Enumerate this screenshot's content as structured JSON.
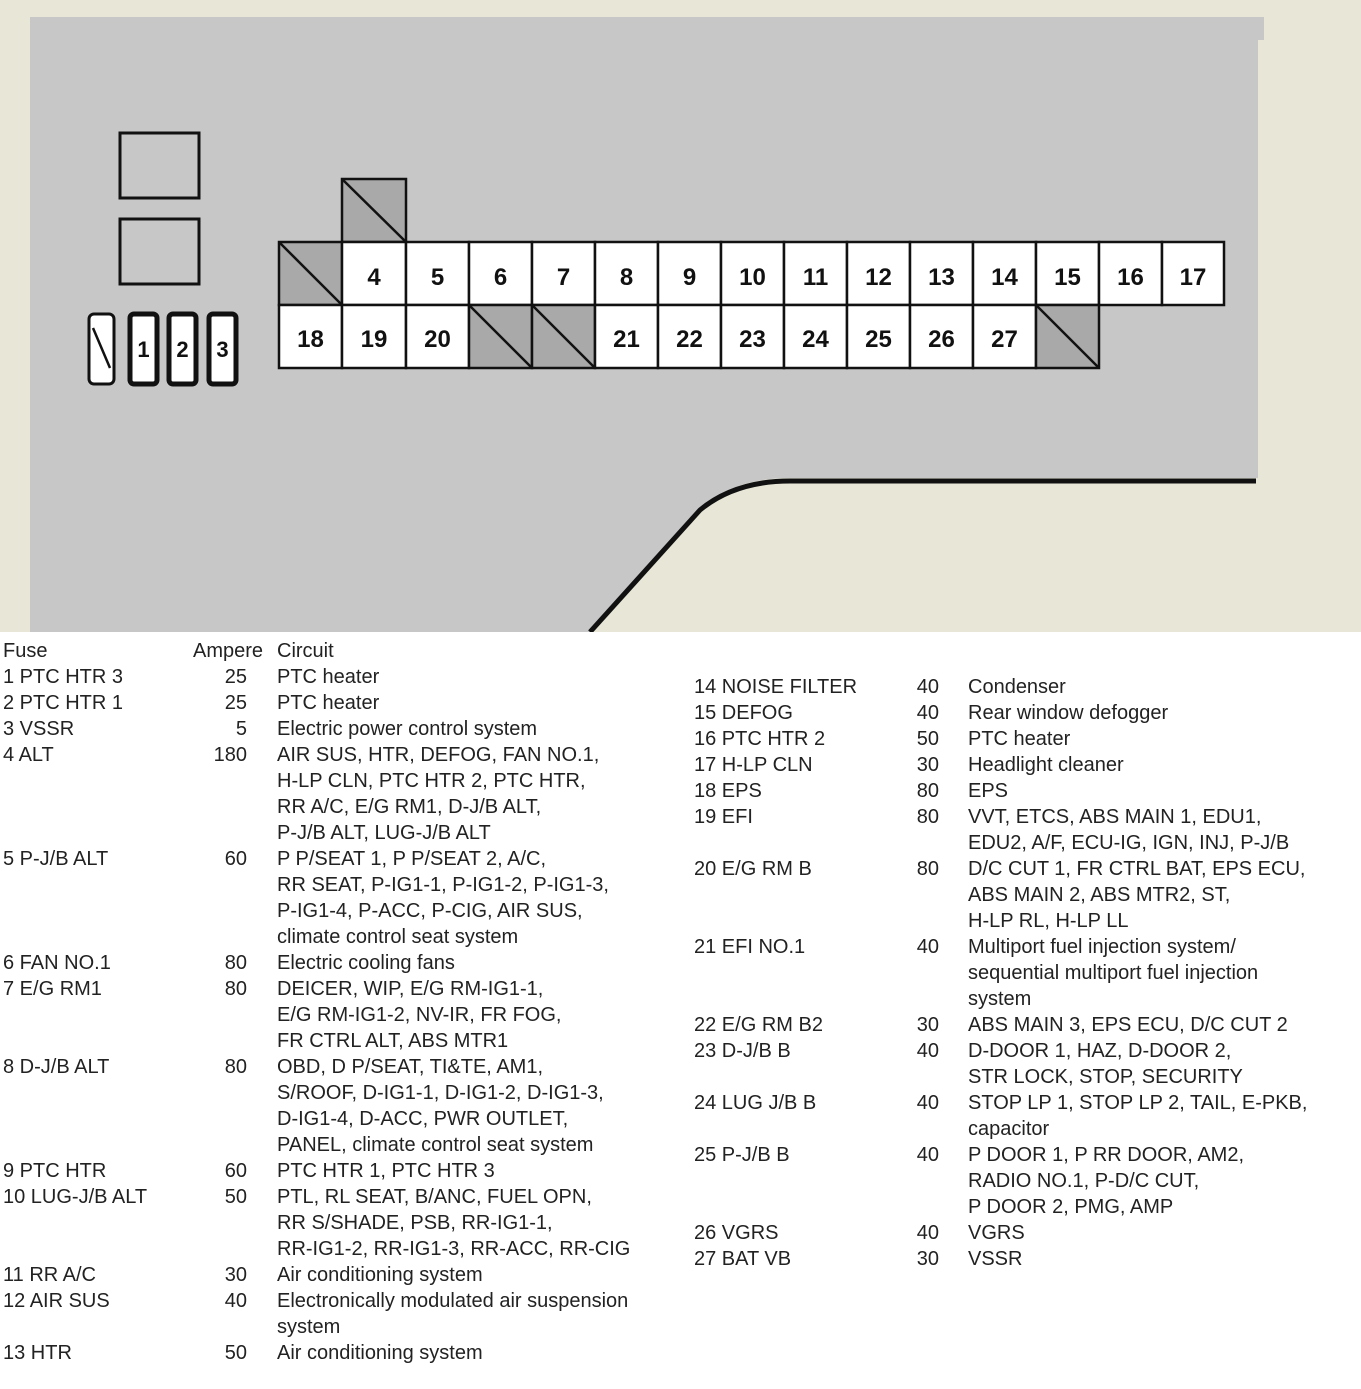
{
  "diagram": {
    "colors": {
      "panel": "#c7c7c7",
      "background": "#e8e6d6",
      "line": "#111111",
      "fuse_fill": "#ffffff",
      "blank_fill": "#a9a9a9"
    },
    "mini_fuses": [
      "1",
      "2",
      "3"
    ],
    "top_row": [
      "4",
      "5",
      "6",
      "7",
      "8",
      "9",
      "10",
      "11",
      "12",
      "13",
      "14",
      "15",
      "16",
      "17"
    ],
    "bottom_row": [
      "18",
      "19",
      "20",
      "21",
      "22",
      "23",
      "24",
      "25",
      "26",
      "27"
    ]
  },
  "table": {
    "headers": {
      "fuse": "Fuse",
      "ampere": "Ampere",
      "circuit": "Circuit"
    },
    "left_rows": [
      {
        "fuse": "1 PTC HTR 3",
        "ampere": "25",
        "circuit": "PTC heater"
      },
      {
        "fuse": "2 PTC HTR 1",
        "ampere": "25",
        "circuit": "PTC heater"
      },
      {
        "fuse": "3 VSSR",
        "ampere": "5",
        "circuit": "Electric power control system"
      },
      {
        "fuse": "4 ALT",
        "ampere": "180",
        "circuit": "AIR SUS, HTR, DEFOG, FAN NO.1,\nH-LP CLN, PTC HTR 2, PTC HTR,\nRR A/C, E/G RM1, D-J/B ALT,\nP-J/B ALT, LUG-J/B ALT"
      },
      {
        "fuse": "5 P-J/B ALT",
        "ampere": "60",
        "circuit": "P P/SEAT 1, P P/SEAT 2, A/C,\nRR SEAT, P-IG1-1, P-IG1-2, P-IG1-3,\nP-IG1-4, P-ACC, P-CIG, AIR SUS,\nclimate control seat system"
      },
      {
        "fuse": "6 FAN NO.1",
        "ampere": "80",
        "circuit": "Electric cooling fans"
      },
      {
        "fuse": "7 E/G RM1",
        "ampere": "80",
        "circuit": "DEICER, WIP, E/G RM-IG1-1,\nE/G RM-IG1-2, NV-IR, FR FOG,\nFR CTRL ALT, ABS MTR1"
      },
      {
        "fuse": "8 D-J/B ALT",
        "ampere": "80",
        "circuit": "OBD, D P/SEAT, TI&TE, AM1,\nS/ROOF, D-IG1-1, D-IG1-2, D-IG1-3,\nD-IG1-4, D-ACC, PWR OUTLET,\nPANEL, climate control seat system"
      },
      {
        "fuse": "9 PTC HTR",
        "ampere": "60",
        "circuit": "PTC HTR 1, PTC HTR 3"
      },
      {
        "fuse": "10 LUG-J/B ALT",
        "ampere": "50",
        "circuit": "PTL, RL SEAT, B/ANC, FUEL OPN,\nRR S/SHADE, PSB, RR-IG1-1,\nRR-IG1-2, RR-IG1-3, RR-ACC, RR-CIG"
      },
      {
        "fuse": "11 RR A/C",
        "ampere": "30",
        "circuit": "Air conditioning system"
      },
      {
        "fuse": "12 AIR SUS",
        "ampere": "40",
        "circuit": "Electronically modulated air suspension\nsystem"
      },
      {
        "fuse": "13 HTR",
        "ampere": "50",
        "circuit": "Air conditioning system"
      }
    ],
    "right_rows": [
      {
        "fuse": "14 NOISE FILTER",
        "ampere": "40",
        "circuit": "Condenser"
      },
      {
        "fuse": "15 DEFOG",
        "ampere": "40",
        "circuit": "Rear window defogger"
      },
      {
        "fuse": "16 PTC HTR 2",
        "ampere": "50",
        "circuit": "PTC heater"
      },
      {
        "fuse": "17 H-LP CLN",
        "ampere": "30",
        "circuit": "Headlight cleaner"
      },
      {
        "fuse": "18 EPS",
        "ampere": "80",
        "circuit": "EPS"
      },
      {
        "fuse": "19 EFI",
        "ampere": "80",
        "circuit": "VVT, ETCS, ABS MAIN 1, EDU1,\nEDU2, A/F, ECU-IG, IGN, INJ, P-J/B"
      },
      {
        "fuse": "20 E/G RM B",
        "ampere": "80",
        "circuit": "D/C CUT 1, FR CTRL BAT, EPS ECU,\nABS MAIN 2, ABS MTR2, ST,\nH-LP RL, H-LP LL"
      },
      {
        "fuse": "21 EFI NO.1",
        "ampere": "40",
        "circuit": "Multiport fuel injection system/\nsequential multiport fuel injection\nsystem"
      },
      {
        "fuse": "22 E/G RM B2",
        "ampere": "30",
        "circuit": "ABS MAIN 3, EPS ECU, D/C CUT 2"
      },
      {
        "fuse": "23 D-J/B B",
        "ampere": "40",
        "circuit": "D-DOOR 1, HAZ, D-DOOR 2,\nSTR LOCK, STOP, SECURITY"
      },
      {
        "fuse": "24 LUG J/B B",
        "ampere": "40",
        "circuit": "STOP LP 1, STOP LP 2, TAIL, E-PKB,\ncapacitor"
      },
      {
        "fuse": "25 P-J/B B",
        "ampere": "40",
        "circuit": "P DOOR 1, P RR DOOR, AM2,\nRADIO NO.1, P-D/C CUT,\nP DOOR 2, PMG, AMP"
      },
      {
        "fuse": "26 VGRS",
        "ampere": "40",
        "circuit": "VGRS"
      },
      {
        "fuse": "27 BAT VB",
        "ampere": "30",
        "circuit": "VSSR"
      }
    ]
  }
}
